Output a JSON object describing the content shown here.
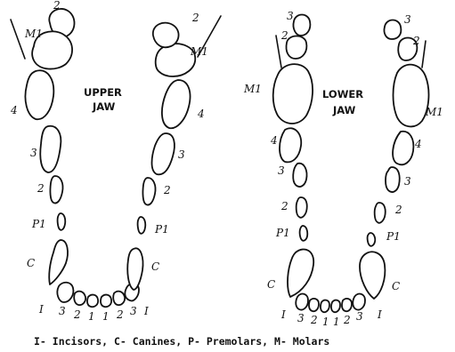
{
  "upper_jaw": {
    "title_line1": "UPPER",
    "title_line2": "JAW",
    "left_labels": [
      "2",
      "M1",
      "4",
      "3",
      "2",
      "P1",
      "C",
      "I"
    ],
    "incisor_labels": [
      "3",
      "2",
      "1",
      "1",
      "2",
      "3"
    ],
    "right_labels": [
      "2",
      "M1",
      "4",
      "3",
      "2",
      "P1",
      "C",
      "I"
    ]
  },
  "lower_jaw": {
    "title_line1": "LOWER",
    "title_line2": "JAW",
    "left_labels": [
      "3",
      "2",
      "M1",
      "4",
      "3",
      "2",
      "P1",
      "C",
      "I"
    ],
    "incisor_labels": [
      "3",
      "2",
      "1",
      "1",
      "2",
      "3"
    ],
    "right_labels": [
      "3",
      "2",
      "M1",
      "4",
      "3",
      "2",
      "P1",
      "C",
      "I"
    ]
  },
  "caption": "I- Incisors, C- Canines, P- Premolars, M- Molars"
}
